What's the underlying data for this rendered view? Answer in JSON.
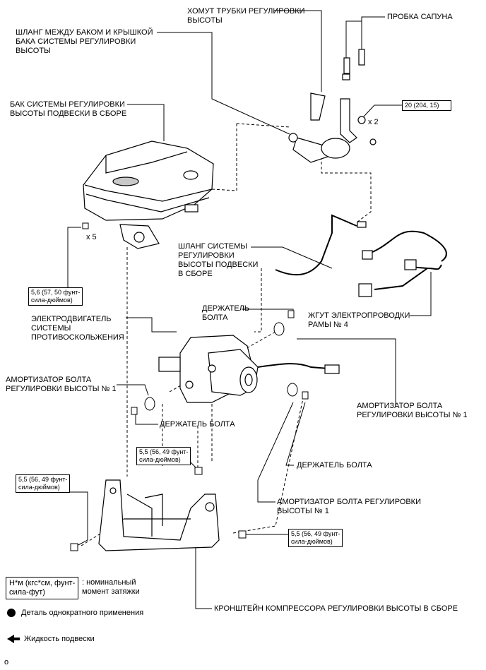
{
  "labels": {
    "hose_clamp": "ХОМУТ ТРУБКИ РЕГУЛИРОВКИ\nВЫСОТЫ",
    "breather_plug": "ПРОБКА САПУНА",
    "hose_tank_cap": "ШЛАНГ МЕЖДУ БАКОМ И КРЫШКОЙ\nБАКА СИСТЕМЫ РЕГУЛИРОВКИ\nВЫСОТЫ",
    "tank_assy": "БАК СИСТЕМЫ РЕГУЛИРОВКИ\nВЫСОТЫ ПОДВЕСКИ В СБОРЕ",
    "hose_assy": "ШЛАНГ СИСТЕМЫ\nРЕГУЛИРОВКИ\nВЫСОТЫ ПОДВЕСКИ\nВ СБОРЕ",
    "bolt_holder_top": "ДЕРЖАТЕЛЬ\nБОЛТА",
    "wire_harness": "ЖГУТ ЭЛЕКТРОПРОВОДКИ\nРАМЫ № 4",
    "motor": "ЭЛЕКТРОДВИГАТЕЛЬ\nСИСТЕМЫ\nПРОТИВОСКОЛЬЖЕНИЯ",
    "cushion_left": "АМОРТИЗАТОР БОЛТА\nРЕГУЛИРОВКИ ВЫСОТЫ № 1",
    "bolt_holder_left": "ДЕРЖАТЕЛЬ БОЛТА",
    "cushion_right": "АМОРТИЗАТОР БОЛТА\nРЕГУЛИРОВКИ ВЫСОТЫ № 1",
    "bolt_holder_mid": "ДЕРЖАТЕЛЬ БОЛТА",
    "cushion_bottom": "АМОРТИЗАТОР БОЛТА РЕГУЛИРОВКИ\nВЫСОТЫ № 1",
    "bracket_assy": "КРОНШТЕЙН КОМПРЕССОРА РЕГУЛИРОВКИ ВЫСОТЫ В СБОРЕ",
    "x2": "x 2",
    "x5": "x 5"
  },
  "torques": {
    "t20": "20 (204, 15)",
    "t56": "5,6 (57, 50 фунт-\nсила-дюймов)",
    "t55_top": "5,5 (56, 49 фунт-\nсила-дюймов)",
    "t55_left": "5,5 (56, 49 фунт-\nсила-дюймов)",
    "t55_right": "5,5 (56, 49 фунт-\nсила-дюймов)"
  },
  "legend": {
    "nm_box": "Н*м (кгс*см, фунт-\nсила-фут)",
    "nm_desc": ": номинальный\nмомент затяжки",
    "non_reusable": "Деталь однократного применения",
    "fluid": "Жидкость подвески"
  },
  "footer_code": "o",
  "colors": {
    "ink": "#000000",
    "part_fill": "#ffffff",
    "shade": "#c8c8c8"
  }
}
